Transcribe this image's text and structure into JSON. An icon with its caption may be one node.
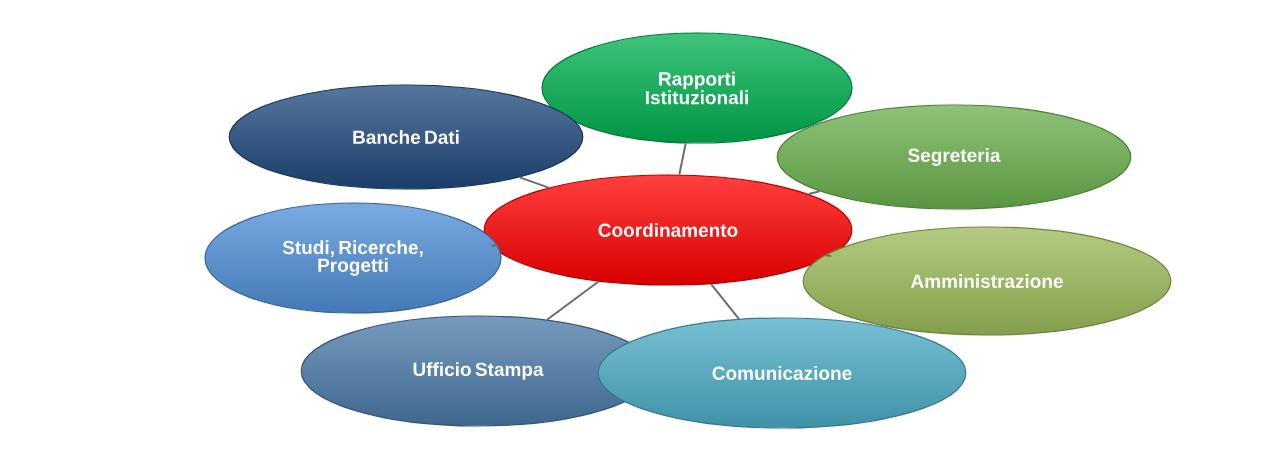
{
  "diagram": {
    "nodes": [
      {
        "text": [
          "Rapporti Istituzionali"
        ]
      },
      {
        "text": [
          "Banche Dati"
        ]
      },
      {
        "text": [
          "Segreteria"
        ]
      },
      {
        "text": [
          "Coordinamento"
        ]
      },
      {
        "text": [
          "Studi, Ricerche, Progetti"
        ]
      },
      {
        "text": [
          "Amministrazione"
        ]
      },
      {
        "text": [
          "Ufficio Stampa"
        ]
      },
      {
        "text": [
          "Comunicazione"
        ]
      }
    ],
    "edges": [
      {
        "from": 3,
        "to": 0,
        "arrow": "none"
      },
      {
        "from": 3,
        "to": 1,
        "arrow": "none"
      },
      {
        "from": 3,
        "to": 2,
        "arrow": "none"
      },
      {
        "from": 3,
        "to": 4,
        "arrow": "none"
      },
      {
        "from": 3,
        "to": 5,
        "arrow": "none"
      },
      {
        "from": 3,
        "to": 6,
        "arrow": "none"
      },
      {
        "from": 3,
        "to": 7,
        "arrow": "none"
      }
    ]
  }
}
